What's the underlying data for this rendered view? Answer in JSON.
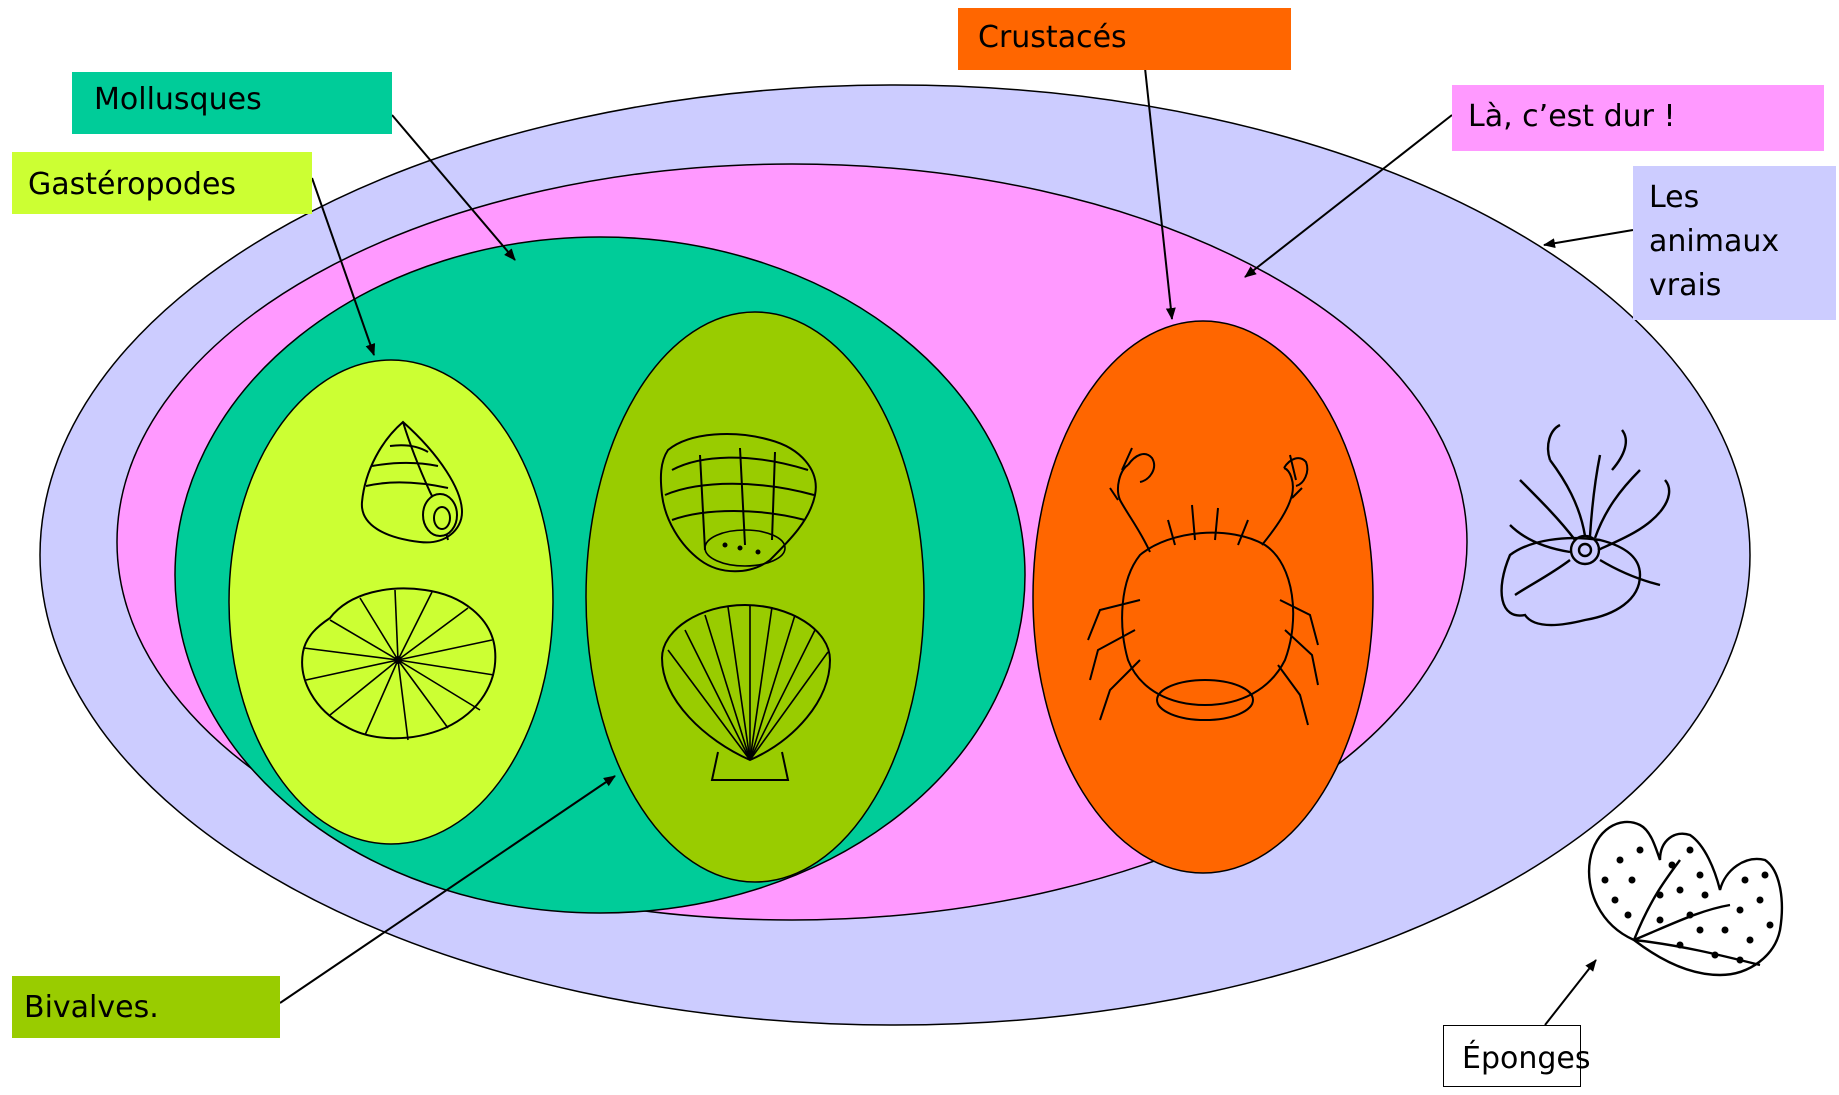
{
  "labels": {
    "mollusques": "Mollusques",
    "gasteropodes": "Gastéropodes",
    "crustaces": "Crustacés",
    "dur": "Là, c’est dur !",
    "animaux_line1": "Les",
    "animaux_line2": "animaux",
    "animaux_line3": "vrais",
    "bivalves": "Bivalves.",
    "eponges": "Éponges"
  },
  "colors": {
    "animaux_vrais": "#ccccff",
    "coquille_dure": "#ff99ff",
    "mollusques": "#00cc99",
    "gasteropodes": "#ccff33",
    "bivalves": "#99cc00",
    "crustaces": "#ff6600",
    "label_eponges": "#ffffff"
  },
  "icons": [
    "snail-icon",
    "limpet-icon",
    "oyster-icon",
    "scallop-icon",
    "crab-icon",
    "sea-anemone-icon",
    "sponge-icon"
  ]
}
